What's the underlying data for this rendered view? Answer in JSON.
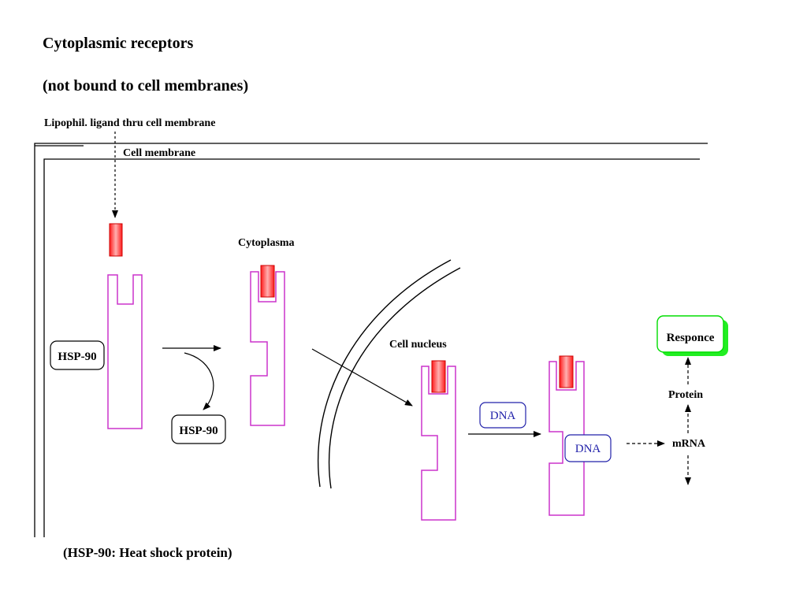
{
  "title": "Cytoplasmic receptors",
  "subtitle": "(not bound to cell membranes)",
  "labels": {
    "ligand": "Lipophil. ligand thru cell membrane",
    "membrane": "Cell membrane",
    "cytoplasma": "Cytoplasma",
    "nucleus": "Cell nucleus",
    "hsp_bound": "HSP-90",
    "hsp_released": "HSP-90",
    "dna_free": "DNA",
    "dna_bound": "DNA",
    "mrna": "mRNA",
    "protein": "Protein",
    "response": "Responce",
    "footnote": "(HSP-90: Heat shock protein)"
  },
  "colors": {
    "receptor": "#cc33cc",
    "ligand_edge": "#cc0000",
    "ligand_fill": "#ff2a2a",
    "dna": "#2222aa",
    "response_edge": "#00dd00",
    "response_shadow": "#22ee22"
  }
}
